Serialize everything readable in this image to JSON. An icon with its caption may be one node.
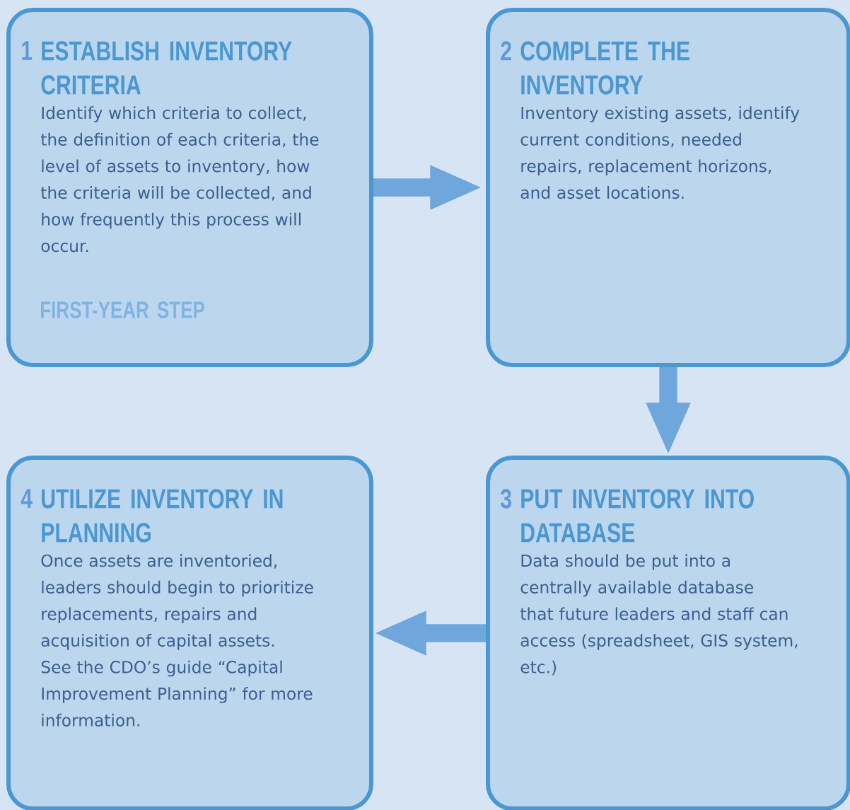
{
  "diagram": {
    "nodes": [
      {
        "text": [
          "1",
          "ESTABLISH INVENTORY CRITERIA",
          "Identify which criteria to collect, the definition of each criteria, the level of assets to inventory, how the criteria will be collected, and how frequently this process will occur.",
          "FIRST-YEAR STEP"
        ]
      },
      {
        "text": [
          "2",
          "COMPLETE THE INVENTORY",
          "Inventory existing assets, identify current conditions, needed repairs, replacement horizons, and asset locations."
        ]
      },
      {
        "text": [
          "4",
          "UTILIZE INVENTORY IN PLANNING",
          "Once assets are inventoried, leaders should begin to prioritize replacements, repairs and acquisition of capital assets. See the CDO’s guide “Capital Improvement Planning” for more information."
        ]
      },
      {
        "text": [
          "3",
          "PUT INVENTORY INTO DATABASE",
          "Data should be put into a centrally available database that future leaders and staff can access (spreadsheet, GIS system, etc.)"
        ]
      }
    ],
    "edges": [
      {
        "from": 0,
        "to": 1,
        "arrow": "to"
      },
      {
        "from": 1,
        "to": 3,
        "arrow": "to"
      },
      {
        "from": 3,
        "to": 2,
        "arrow": "to"
      }
    ]
  }
}
